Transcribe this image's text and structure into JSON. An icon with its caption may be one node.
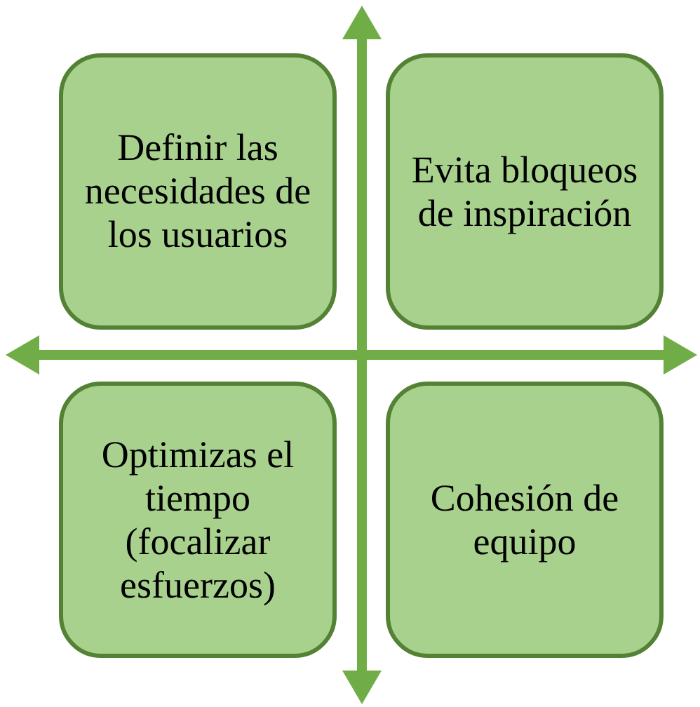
{
  "diagram": {
    "nodes": [
      {
        "text": [
          "Definir las necesidades de los usuarios"
        ]
      },
      {
        "text": [
          "Evita bloqueos de inspiración"
        ]
      },
      {
        "text": [
          "Optimizas el tiempo (focalizar esfuerzos)"
        ]
      },
      {
        "text": [
          "Cohesión de equipo"
        ]
      }
    ]
  }
}
